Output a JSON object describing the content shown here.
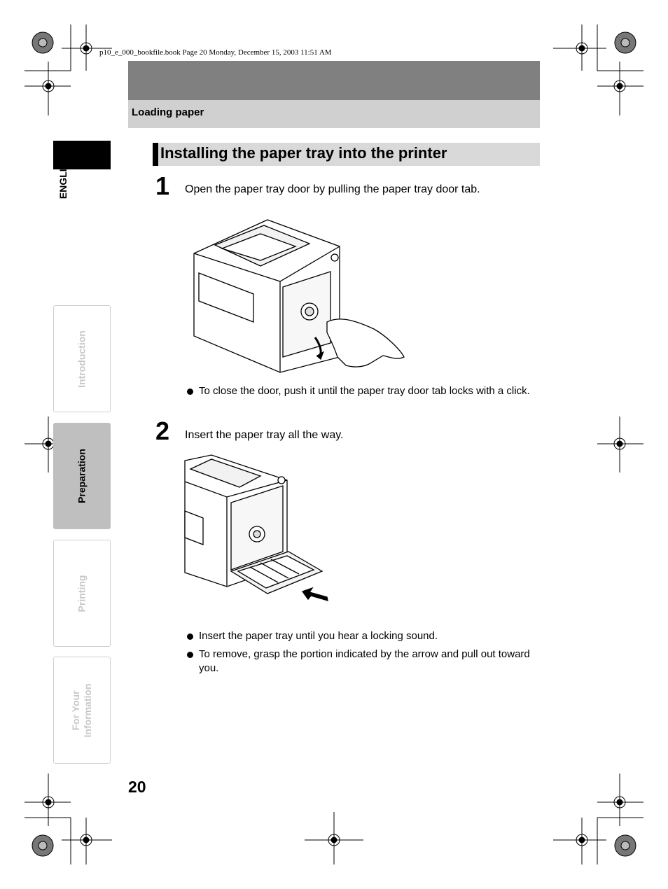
{
  "file_header": "p10_e_000_bookfile.book  Page 20  Monday, December 15, 2003  11:51 AM",
  "section_label": "Loading paper",
  "language_tab": "ENGLISH",
  "side_tabs": [
    {
      "label": "Introduction",
      "active": false
    },
    {
      "label": "Preparation",
      "active": true
    },
    {
      "label": "Printing",
      "active": false
    },
    {
      "label": "For Your Information",
      "line1": "For Your",
      "line2": "Information",
      "active": false
    }
  ],
  "heading": "Installing the paper tray into the printer",
  "steps": [
    {
      "number": "1",
      "text": "Open the paper tray door by pulling the paper tray door tab.",
      "bullets": [
        "To close the door, push it until the paper tray door tab locks with a click."
      ]
    },
    {
      "number": "2",
      "text": "Insert the paper tray all the way.",
      "bullets": [
        "Insert the paper tray until you hear a locking sound.",
        "To remove, grasp the portion indicated by the arrow and pull out toward you."
      ]
    }
  ],
  "page_number": "20"
}
